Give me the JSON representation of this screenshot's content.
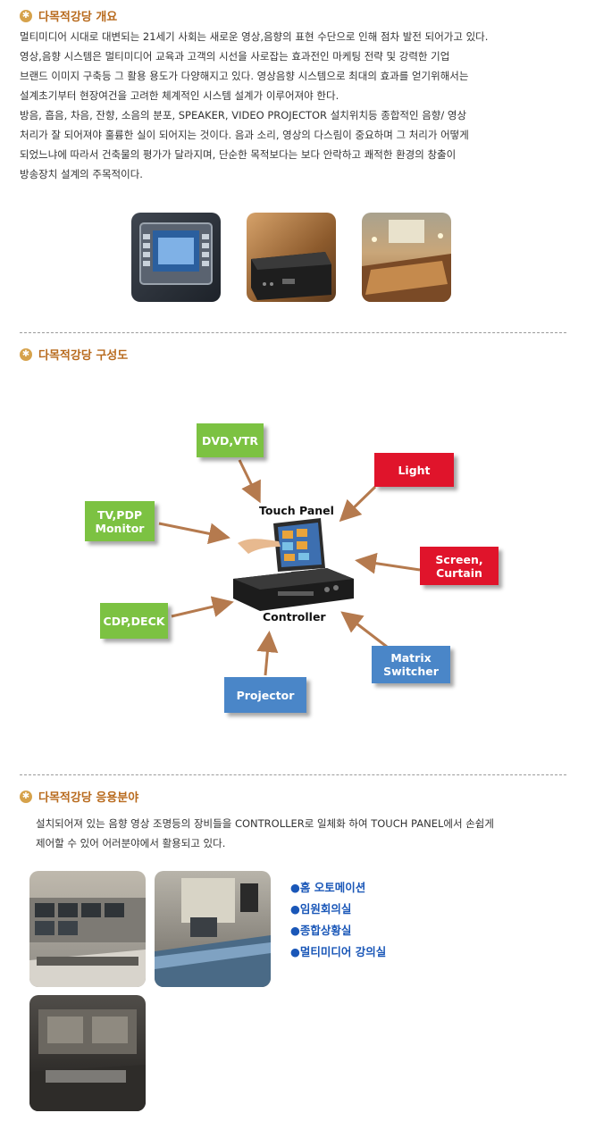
{
  "section1": {
    "icon": "star-bullet-icon",
    "title": "다목적강당 개요",
    "lines": [
      "멀티미디어 시대로 대변되는 21세기 사회는 새로운 영상,음향의 표현 수단으로 인해 점차 발전 되어가고 있다.",
      "영상,음향 시스템은 멀티미디어 교육과 고객의 시선을 사로잡는 효과전인 마케팅 전략 및 강력한 기업",
      "브랜드 이미지 구축등 그 활용 용도가 다양해지고 있다. 영상음향 시스템으로 최대의 효과를 얻기위해서는",
      "설계초기부터 현장여건을 고려한 체계적인 시스템 설계가 이루어져야 한다.",
      "방음, 흡음, 차음, 잔향, 소음의 분포, SPEAKER, VIDEO PROJECTOR 설치위치등 종합적인 음향/ 영상",
      "처리가 잘 되어져야 훌륭한 실이 되어지는 것이다. 음과 소리, 영상의 다스림이 중요하며 그 처리가 어떻게",
      "되었느냐에 따라서 건축물의 평가가 달라지며, 단순한 목적보다는 보다 안락하고 쾌적한 환경의 창출이",
      "방송장치 설계의 주목적이다."
    ]
  },
  "section2": {
    "icon": "star-bullet-icon",
    "title": "다목적강당 구성도",
    "diagram": {
      "touch_panel_label": "Touch Panel",
      "controller_label": "Controller",
      "dvd_vtr": "DVD,VTR",
      "light": "Light",
      "tv_pdp": [
        "TV,PDP",
        "Monitor"
      ],
      "screen_curtain": [
        "Screen,",
        "Curtain"
      ],
      "cdp_deck": "CDP,DECK",
      "matrix_switcher": [
        "Matrix",
        "Switcher"
      ],
      "projector": "Projector"
    }
  },
  "section3": {
    "icon": "star-bullet-icon",
    "title": "다목적강당 응용분야",
    "lines": [
      "설치되어져 있는 음향 영상 조명등의 장비들을 CONTROLLER로 일체화 하여 TOUCH PANEL에서 손쉽게",
      "제어할 수 있어 어러분야에서 활용되고 있다."
    ],
    "applications": [
      "●홈 오토메이션",
      "●임원회의실",
      "●종합상황실",
      "●멀티미디어 강의실"
    ]
  },
  "colors": {
    "title": "#b86a1d",
    "green_box": "#7cc242",
    "red_box": "#e0142b",
    "blue_box": "#4a86c8",
    "arrow": "#b57a4e",
    "app_text": "#1a57b8"
  }
}
